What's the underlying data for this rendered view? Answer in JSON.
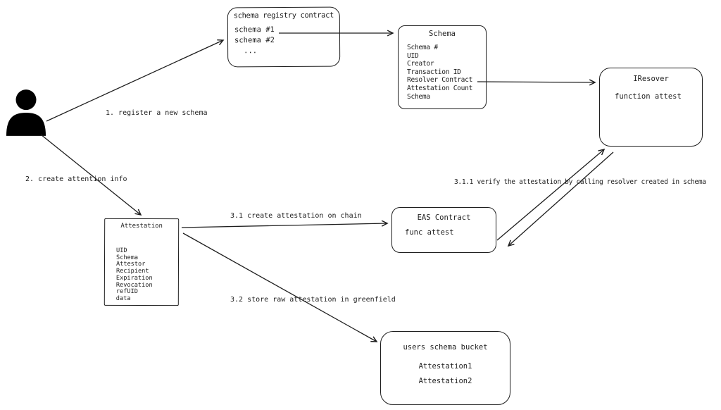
{
  "nodes": {
    "schema_registry": {
      "title": "schema registry contract",
      "items": [
        "schema #1",
        "schema #2",
        "..."
      ]
    },
    "schema": {
      "title": "Schema",
      "items": [
        "Schema #",
        "UID",
        "Creator",
        "Transaction ID",
        "Resolver Contract",
        "Attestation Count",
        "Schema"
      ]
    },
    "iresolver": {
      "title": "IResover",
      "body": "function attest"
    },
    "attestation": {
      "title": "Attestation",
      "items": [
        "UID",
        "Schema",
        "Attestor",
        "Recipient",
        "Expiration",
        "Revocation",
        "refUID",
        "data"
      ]
    },
    "eas": {
      "title": "EAS Contract",
      "body": "func attest"
    },
    "bucket": {
      "title": "users schema bucket",
      "items": [
        "Attestation1",
        "Attestation2"
      ]
    }
  },
  "edges": {
    "register": "1. register a new schema",
    "create_info": "2. create attention info",
    "create_on_chain": "3.1 create attestation on chain",
    "store_greenfield": "3.2 store raw attestation in greenfield",
    "verify": "3.1.1 verify the attestation by calling resolver created in schema"
  },
  "colors": {
    "stroke": "#1e1e1e",
    "background": "#ffffff"
  }
}
